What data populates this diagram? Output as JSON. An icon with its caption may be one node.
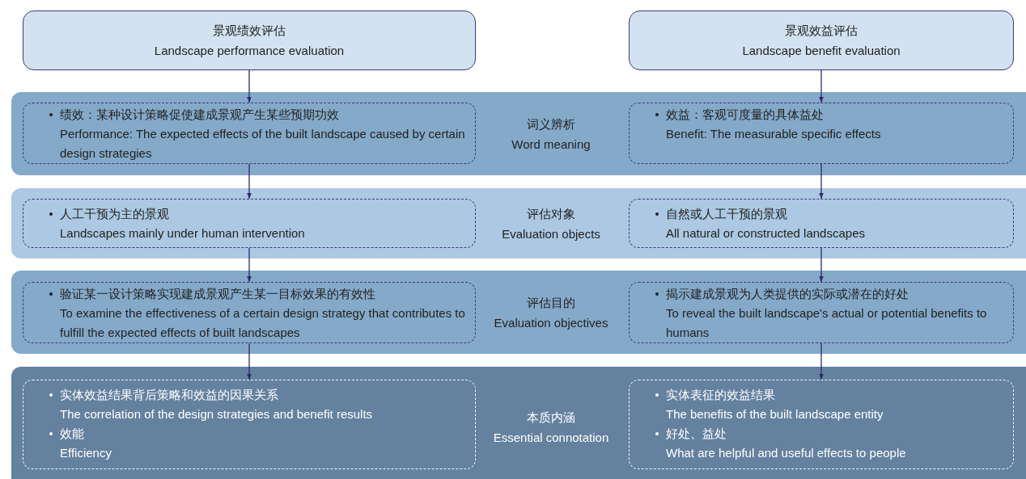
{
  "diagram": {
    "nodes": [
      {
        "text": [
          "景观绩效评估",
          "Landscape performance evaluation"
        ]
      },
      {
        "text": [
          "景观效益评估",
          "Landscape benefit evaluation"
        ]
      },
      {
        "text": [
          "词义辨析",
          "Word meaning"
        ]
      },
      {
        "text": [
          "绩效：某种设计策略促使建成景观产生某些预期功效",
          "Performance: The expected effects of the built landscape caused by certain design strategies"
        ],
        "in": 2
      },
      {
        "text": [
          "效益：客观可度量的具体益处",
          "Benefit: The measurable specific effects"
        ],
        "in": 2
      },
      {
        "text": [
          "评估对象",
          "Evaluation objects"
        ]
      },
      {
        "text": [
          "人工干预为主的景观",
          "Landscapes mainly under human intervention"
        ],
        "in": 5
      },
      {
        "text": [
          "自然或人工干预的景观",
          "All natural or constructed landscapes"
        ],
        "in": 5
      },
      {
        "text": [
          "评估目的",
          "Evaluation objectives"
        ]
      },
      {
        "text": [
          "验证某一设计策略实现建成景观产生某一目标效果的有效性",
          "To examine the effectiveness of a certain design strategy that contributes to fulfill the expected effects of built landscapes"
        ],
        "in": 8
      },
      {
        "text": [
          "揭示建成景观为人类提供的实际或潜在的好处",
          "To reveal the built landscape's actual or potential benefits to humans"
        ],
        "in": 8
      },
      {
        "text": [
          "本质内涵",
          "Essential connotation"
        ]
      },
      {
        "text": [
          "实体效益结果背后策略和效益的因果关系",
          "The correlation of the design strategies and benefit results",
          "效能",
          "Efficiency"
        ],
        "in": 11
      },
      {
        "text": [
          "实体表征的效益结果",
          "The benefits of the built landscape entity",
          "好处、益处",
          "What are helpful and useful effects to people"
        ],
        "in": 11
      }
    ],
    "edges": [
      {
        "from": 0,
        "to": 3,
        "arrow": "to"
      },
      {
        "from": 3,
        "to": 6,
        "arrow": "to"
      },
      {
        "from": 6,
        "to": 9,
        "arrow": "to"
      },
      {
        "from": 9,
        "to": 12,
        "arrow": "to"
      },
      {
        "from": 1,
        "to": 4,
        "arrow": "to"
      },
      {
        "from": 4,
        "to": 7,
        "arrow": "to"
      },
      {
        "from": 7,
        "to": 10,
        "arrow": "to"
      },
      {
        "from": 10,
        "to": 13,
        "arrow": "to"
      }
    ]
  }
}
